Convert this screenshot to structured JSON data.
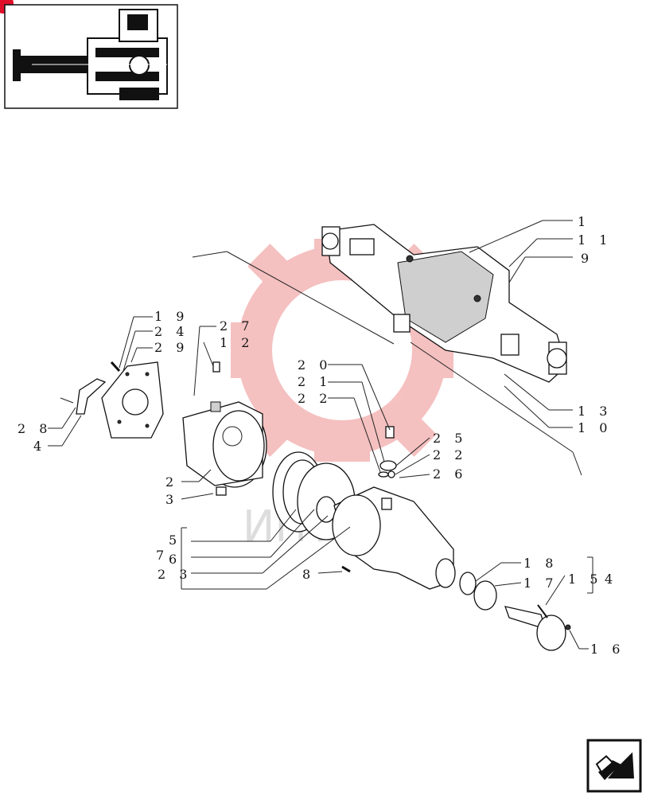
{
  "watermark": {
    "text": "ИНТЕХ",
    "color": "#f4b6b6"
  },
  "callouts": [
    {
      "id": "c1",
      "text": "1"
    },
    {
      "id": "c11",
      "text": "1 1"
    },
    {
      "id": "c9",
      "text": "9"
    },
    {
      "id": "c13",
      "text": "1 3"
    },
    {
      "id": "c10",
      "text": "1 0"
    },
    {
      "id": "c19",
      "text": "1 9"
    },
    {
      "id": "c24",
      "text": "2 4"
    },
    {
      "id": "c29",
      "text": "2 9"
    },
    {
      "id": "c27",
      "text": "2 7"
    },
    {
      "id": "c12",
      "text": "1 2"
    },
    {
      "id": "c20",
      "text": "2 0"
    },
    {
      "id": "c21",
      "text": "2 1"
    },
    {
      "id": "c22a",
      "text": "2 2"
    },
    {
      "id": "c25",
      "text": "2 5"
    },
    {
      "id": "c22b",
      "text": "2 2"
    },
    {
      "id": "c26",
      "text": "2 6"
    },
    {
      "id": "c28",
      "text": "2 8"
    },
    {
      "id": "c4",
      "text": "4"
    },
    {
      "id": "c2",
      "text": "2"
    },
    {
      "id": "c3",
      "text": "3"
    },
    {
      "id": "c5",
      "text": "5"
    },
    {
      "id": "c7",
      "text": "7"
    },
    {
      "id": "c6",
      "text": "6"
    },
    {
      "id": "c23",
      "text": "2 3"
    },
    {
      "id": "c8",
      "text": "8"
    },
    {
      "id": "c18",
      "text": "1 8"
    },
    {
      "id": "c17",
      "text": "1 7"
    },
    {
      "id": "c15",
      "text": "1 5"
    },
    {
      "id": "c14",
      "text": "4"
    },
    {
      "id": "c16",
      "text": "1 6"
    }
  ],
  "colors": {
    "badge": "#e0102a",
    "ink": "#111111",
    "watermark": "#f4b6b6"
  },
  "icons": {
    "badge": "red-corner-badge-icon",
    "nav": "next-page-arrow-icon"
  }
}
